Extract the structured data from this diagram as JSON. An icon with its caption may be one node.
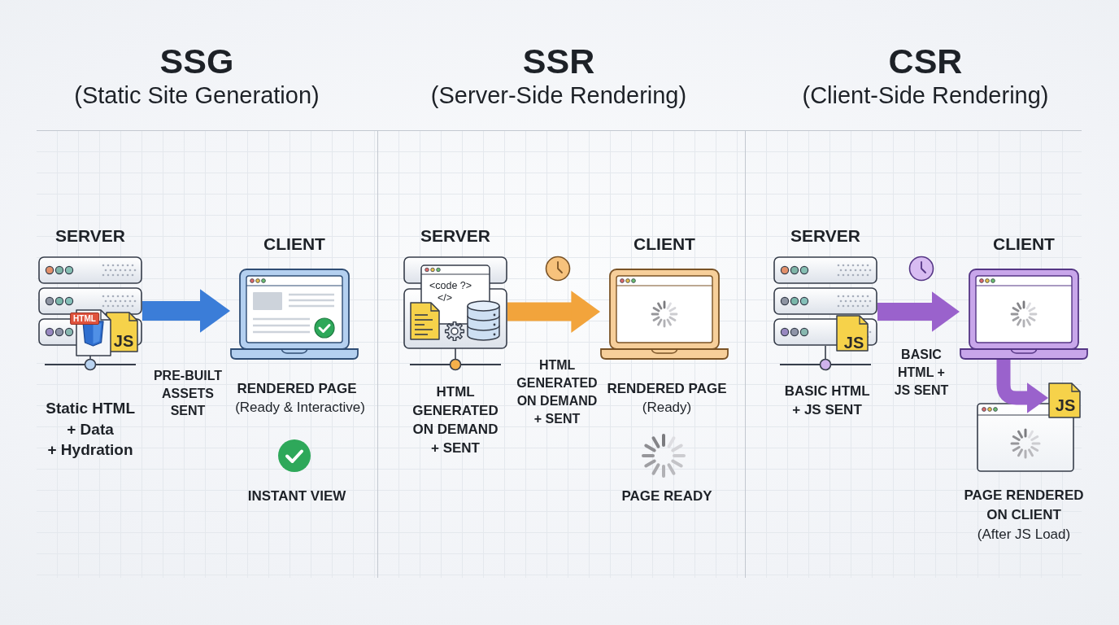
{
  "diagram": {
    "nodes": [
      {
        "text": [
          "SSG",
          "(Static Site Generation)"
        ]
      },
      {
        "text": [
          "SERVER"
        ],
        "in": 0,
        "beside": [
          "Static HTML + Data + Hydration"
        ]
      },
      {
        "text": [
          "CLIENT"
        ],
        "in": 0,
        "beside": [
          "RENDERED PAGE",
          "(Ready & Interactive)"
        ]
      },
      {
        "text": [
          "SSR",
          "(Server-Side Rendering)"
        ]
      },
      {
        "text": [
          "SERVER"
        ],
        "in": 3,
        "beside": [
          "HTML GENERATED ON DEMAND + SENT"
        ]
      },
      {
        "text": [
          "CLIENT"
        ],
        "in": 3,
        "beside": [
          "RENDERED PAGE",
          "(Ready)"
        ]
      },
      {
        "text": [
          "CSR",
          "(Client-Side Rendering)"
        ]
      },
      {
        "text": [
          "SERVER"
        ],
        "in": 6,
        "beside": [
          "BASIC HTML + JS SENT"
        ]
      },
      {
        "text": [
          "CLIENT"
        ],
        "in": 6
      },
      {
        "text": [
          "JS"
        ],
        "in": 6
      },
      {
        "text": [],
        "shape": "picture",
        "in": 6,
        "beside": [
          "PAGE RENDERED ON CLIENT",
          "(After JS Load)"
        ]
      }
    ],
    "edges": [
      {
        "from": 1,
        "to": 2,
        "arrow": "to",
        "label": "PRE-BUILT ASSETS SENT",
        "color": "#3b7dd8"
      },
      {
        "from": 4,
        "to": 5,
        "arrow": "to",
        "label": "HTML GENERATED ON DEMAND + SENT",
        "color": "#f2a43c"
      },
      {
        "from": 7,
        "to": 8,
        "arrow": "to",
        "label": "BASIC HTML + JS SENT",
        "color": "#9a62cc"
      },
      {
        "from": 8,
        "to": 9,
        "arrow": "to",
        "color": "#9a62cc"
      }
    ],
    "labels": [
      "HTML",
      "JS",
      "INSTANT VIEW",
      "<code ?>",
      "</>",
      "PAGE READY",
      "JS"
    ]
  }
}
